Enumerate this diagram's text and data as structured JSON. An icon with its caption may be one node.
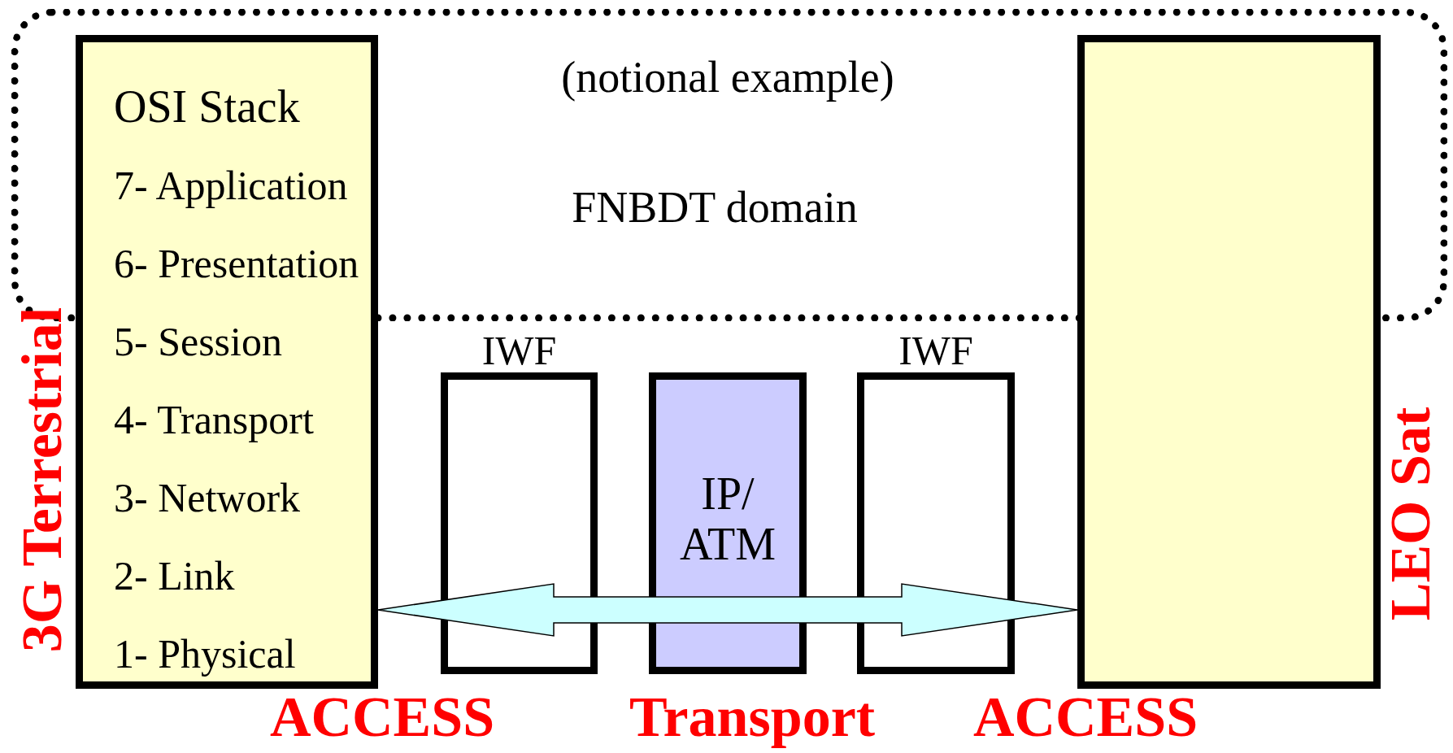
{
  "diagram": {
    "nodes": [
      {
        "text": [
          "(notional example)",
          "FNBDT domain"
        ]
      },
      {
        "text": [
          "OSI Stack",
          "7- Application",
          "6- Presentation",
          "5- Session",
          "4- Transport",
          "3- Network",
          "2- Link",
          "1- Physical"
        ],
        "beside": [
          "3G Terrestrial",
          "ACCESS"
        ]
      },
      {
        "text": [
          "IWF"
        ]
      },
      {
        "text": [
          "IP/ ATM"
        ],
        "beside": [
          "Transport"
        ]
      },
      {
        "text": [
          "IWF"
        ]
      },
      {
        "text": [],
        "shape": "box",
        "beside": [
          "LEO Sat",
          "ACCESS"
        ]
      }
    ],
    "edges": [
      {
        "from": 1,
        "to": 5,
        "arrow": "both"
      }
    ]
  }
}
